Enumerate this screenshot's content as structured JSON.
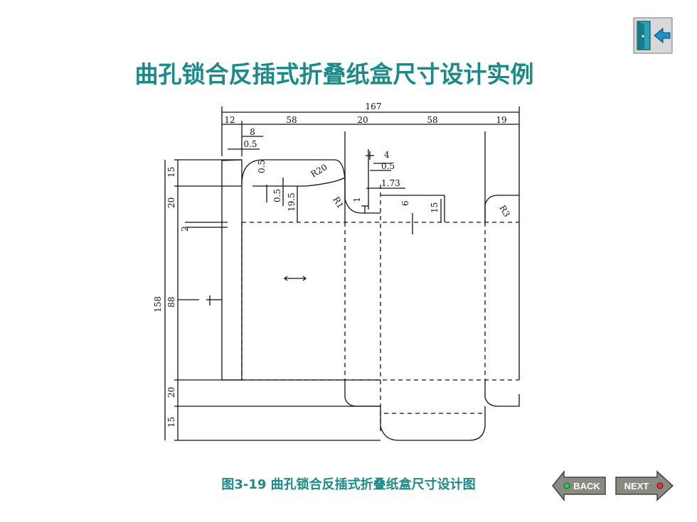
{
  "title": "曲孔锁合反插式折叠纸盒尺寸设计实例",
  "caption": "图3-19 曲孔锁合反插式折叠纸盒尺寸设计图",
  "nav": {
    "back_label": "BACK",
    "next_label": "NEXT"
  },
  "icons": {
    "exit": "exit-door-icon",
    "back": "back-arrow-icon",
    "next": "next-arrow-icon"
  },
  "colors": {
    "title": "#1a8a8a",
    "nav_back_light": "#2ecc40",
    "nav_next_light": "#e53935"
  },
  "dims": {
    "total_width": "167",
    "glue_flap": "12",
    "panel_a": "58",
    "panel_b": "20",
    "panel_c": "58",
    "panel_d": "19",
    "slot_8": "8",
    "slot_05": "0.5",
    "notch_4": "4",
    "notch_05": "0.5",
    "notch_173": "1.73",
    "v_05_a": "0.5",
    "v_05_b": "0.5",
    "v_195": "19.5",
    "radius_20": "R20",
    "radius_1": "R1",
    "radius_3": "R3",
    "v_1": "1",
    "v_6": "6",
    "v_15_right": "15",
    "h_15_top": "15",
    "h_20_top": "20",
    "h_2": "2",
    "h_158": "158",
    "h_88": "88",
    "h_20_bottom": "20",
    "h_15_bottom": "15"
  }
}
